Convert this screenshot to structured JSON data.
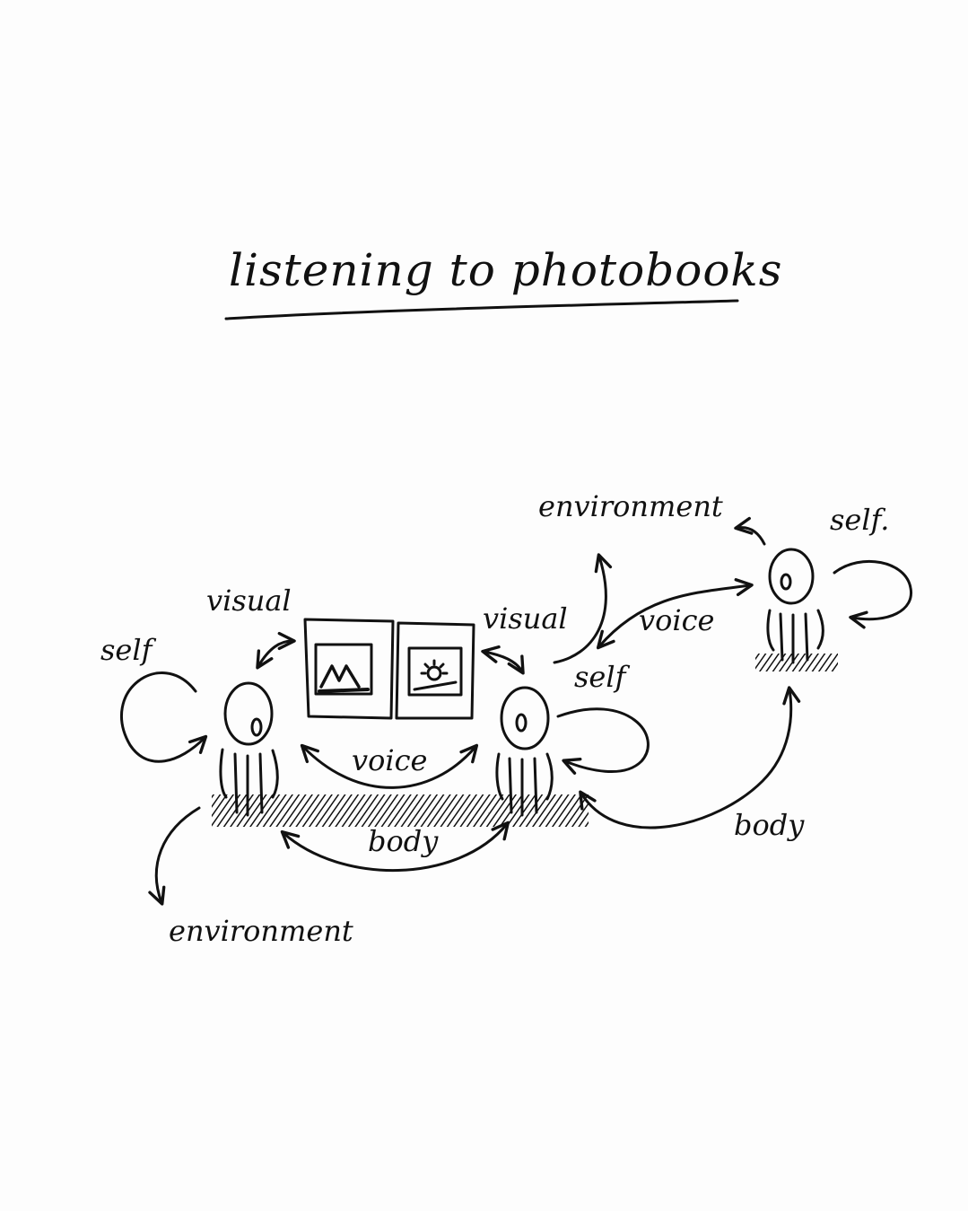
{
  "title": "listening to photobooks",
  "labels": {
    "visual_left": "visual",
    "visual_right": "visual",
    "self_left": "self",
    "self_middle": "self",
    "self_right": "self.",
    "voice_bottom": "voice",
    "voice_right": "voice",
    "body_bottom": "body",
    "body_right": "body",
    "environment_top": "environment",
    "environment_bottom": "environment"
  },
  "colors": {
    "ink": "#111111",
    "paper": "#fdfdfd"
  },
  "figures": [
    "person-left",
    "person-middle",
    "person-right"
  ],
  "book": {
    "left_page_icon": "mountain-icon",
    "right_page_icon": "sun-icon"
  }
}
